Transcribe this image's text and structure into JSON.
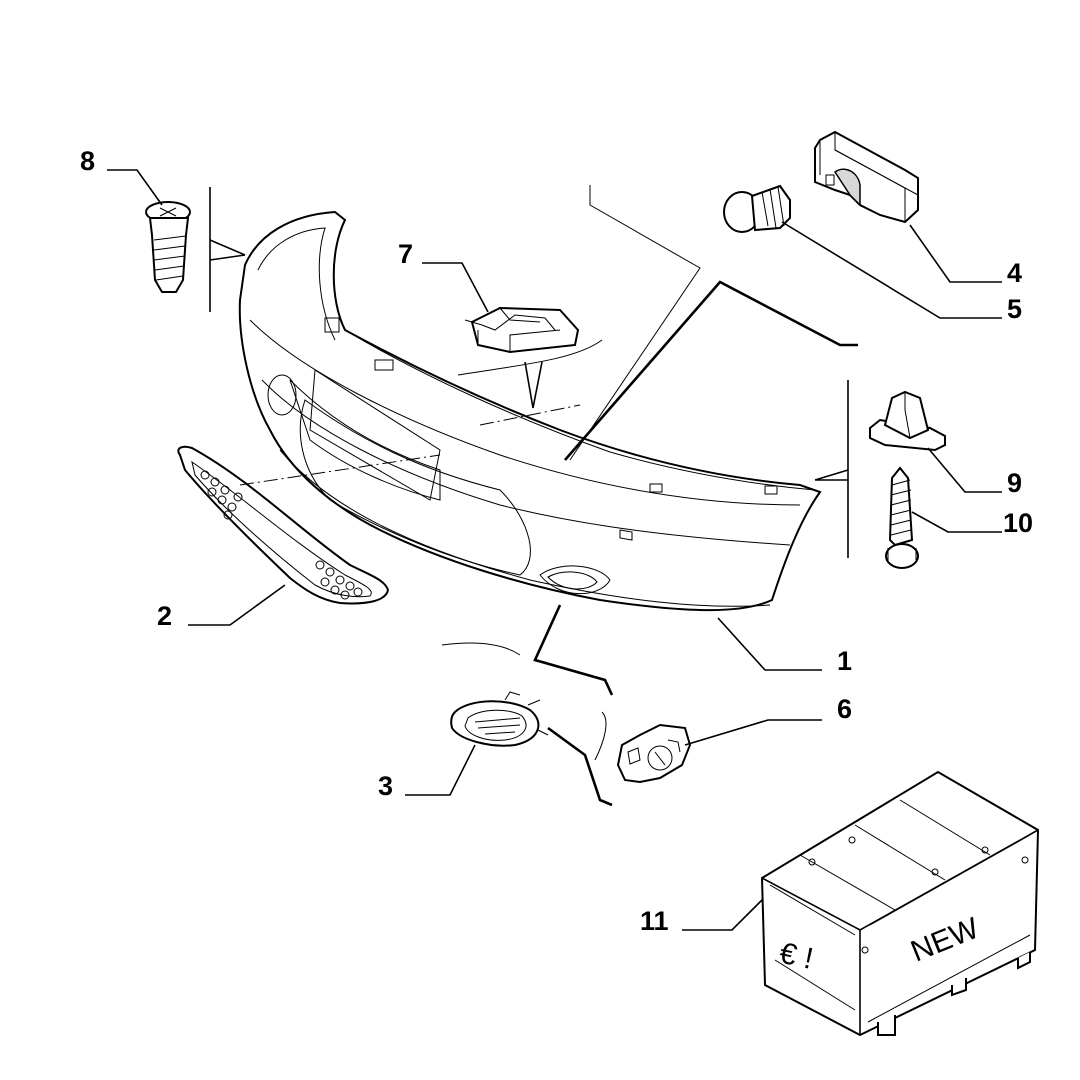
{
  "diagram": {
    "callouts": {
      "c1": "1",
      "c2": "2",
      "c3": "3",
      "c4": "4",
      "c5": "5",
      "c6": "6",
      "c7": "7",
      "c8": "8",
      "c9": "9",
      "c10": "10",
      "c11": "11"
    },
    "crate": {
      "side_text": "€ !",
      "front_text": "NEW"
    }
  }
}
